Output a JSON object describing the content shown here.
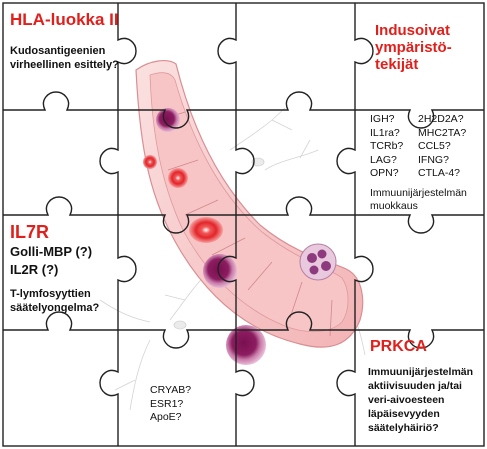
{
  "panels": {
    "hla": {
      "title": "HLA-luokka II",
      "desc": [
        "Kudosantigeenien",
        "virheellinen esittely?"
      ]
    },
    "env": {
      "title": [
        "Indusoivat",
        "ympäristö-",
        "tekijät"
      ],
      "genes_left": [
        "IGH?",
        "IL1ra?",
        "TCRb?",
        "LAG?",
        "OPN?"
      ],
      "genes_right": [
        "2H2D2A?",
        "MHC2TA?",
        "CCL5?",
        "IFNG?",
        "CTLA-4?"
      ],
      "note": [
        "Immuunijärjestelmän",
        "muokkaus"
      ]
    },
    "il7r": {
      "title": "IL7R",
      "sub": [
        "Golli-MBP (?)",
        "IL2R (?)"
      ],
      "desc": [
        "T-lymfosyyttien",
        "säätelyongelma?"
      ]
    },
    "prkca": {
      "title": "PRKCA",
      "desc": [
        "Immuunijärjestelmän",
        "aktiivisuuden ja/tai",
        "veri-aivoesteen",
        "läpäisevyyden",
        "säätelyhäiriö?"
      ]
    },
    "bottom": {
      "genes": [
        "CRYAB?",
        "ESR1?",
        "ApoE?"
      ]
    }
  },
  "colors": {
    "accent_red": "#e0201c",
    "vessel_pink": "#f4b6b8",
    "vessel_outline": "#d88f93",
    "cell_purple": "#8a1a5c",
    "puzzle_line": "#222222"
  }
}
